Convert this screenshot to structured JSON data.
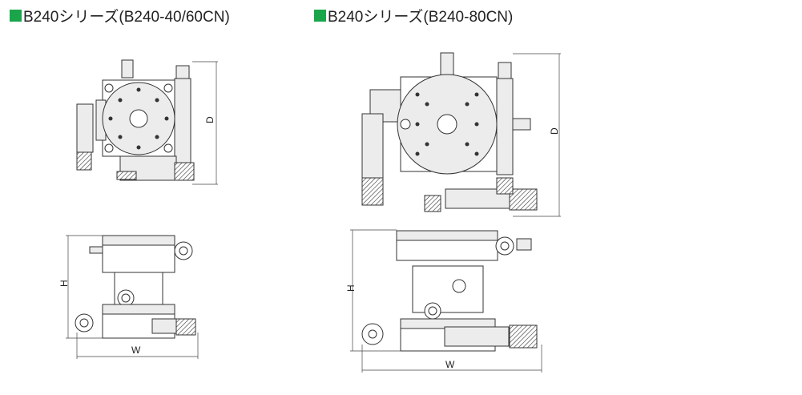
{
  "titles": [
    {
      "text": "B240シリーズ(B240-40/60CN)"
    },
    {
      "text": "B240シリーズ(B240-80CN)"
    }
  ],
  "accent_color": "#1aa54b",
  "dimensions": {
    "depth": "D",
    "height": "H",
    "width": "W"
  }
}
